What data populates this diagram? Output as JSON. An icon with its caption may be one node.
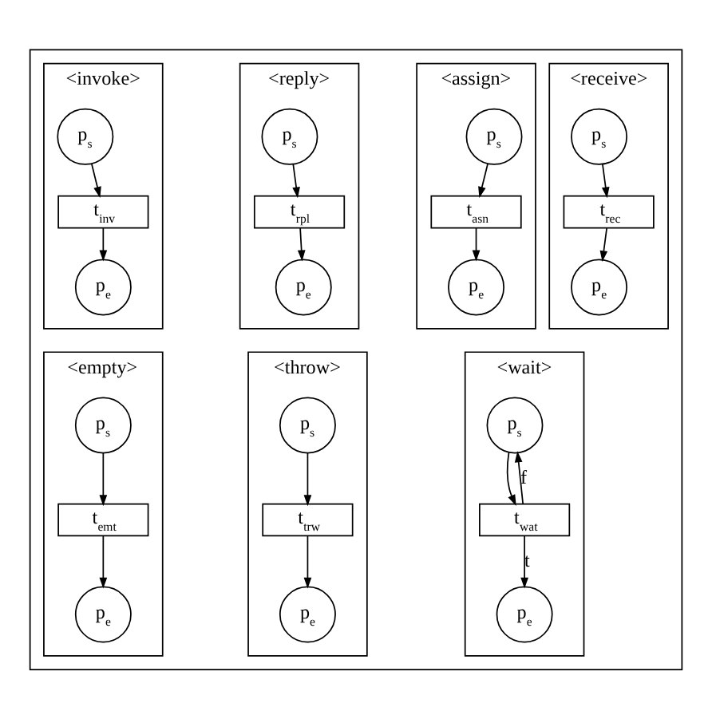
{
  "diagram": {
    "nodes": [
      {
        "text": [],
        "shape": "box"
      },
      {
        "text": [
          "<receive>"
        ],
        "in": 0
      },
      {
        "text": [
          "p$_{s}$"
        ],
        "in": 1
      },
      {
        "text": [
          "t$_{rec}$"
        ],
        "in": 1
      },
      {
        "text": [
          "p$_{e}$"
        ],
        "in": 1
      },
      {
        "text": [
          "<invoke>"
        ],
        "in": 0
      },
      {
        "text": [
          "p$_{s}$"
        ],
        "in": 5
      },
      {
        "text": [
          "t$_{inv}$"
        ],
        "in": 5
      },
      {
        "text": [
          "p$_{e}$"
        ],
        "in": 5
      },
      {
        "text": [
          "<reply>"
        ],
        "in": 0
      },
      {
        "text": [
          "p$_{s}$"
        ],
        "in": 9
      },
      {
        "text": [
          "t$_{rpl}$"
        ],
        "in": 9
      },
      {
        "text": [
          "p$_{e}$"
        ],
        "in": 9
      },
      {
        "text": [
          "<assign>"
        ],
        "in": 0
      },
      {
        "text": [
          "p$_{s}$"
        ],
        "in": 13
      },
      {
        "text": [
          "t$_{asn}$"
        ],
        "in": 13
      },
      {
        "text": [
          "p$_{e}$"
        ],
        "in": 13
      },
      {
        "text": [
          "<wait>"
        ],
        "in": 0
      },
      {
        "text": [
          "p$_{s}$"
        ],
        "in": 17
      },
      {
        "text": [
          "t$_{wat}$"
        ],
        "in": 17
      },
      {
        "text": [
          "p$_{e}$"
        ],
        "in": 17
      },
      {
        "text": [
          "<empty>"
        ],
        "in": 0
      },
      {
        "text": [
          "p$_{s}$"
        ],
        "in": 21
      },
      {
        "text": [
          "t$_{emt}$"
        ],
        "in": 21
      },
      {
        "text": [
          "p$_{e}$"
        ],
        "in": 21
      },
      {
        "text": [
          "<throw>"
        ],
        "in": 0
      },
      {
        "text": [
          "p$_{s}$"
        ],
        "in": 25
      },
      {
        "text": [
          "t$_{trw}$"
        ],
        "in": 25
      },
      {
        "text": [
          "p$_{e}$"
        ],
        "in": 25
      }
    ],
    "edges": [
      {
        "from": 2,
        "to": 3,
        "arrow": "to"
      },
      {
        "from": 3,
        "to": 4,
        "arrow": "to"
      },
      {
        "from": 6,
        "to": 7,
        "arrow": "to"
      },
      {
        "from": 7,
        "to": 8,
        "arrow": "to"
      },
      {
        "from": 10,
        "to": 11,
        "arrow": "to"
      },
      {
        "from": 11,
        "to": 12,
        "arrow": "to"
      },
      {
        "from": 14,
        "to": 15,
        "arrow": "to"
      },
      {
        "from": 15,
        "to": 16,
        "arrow": "to"
      },
      {
        "from": 18,
        "to": 19,
        "arrow": "to"
      },
      {
        "from": 19,
        "to": 20,
        "label": "t",
        "arrow": "to"
      },
      {
        "from": 19,
        "to": 18,
        "label": "f",
        "arrow": "to"
      },
      {
        "from": 22,
        "to": 23,
        "arrow": "to"
      },
      {
        "from": 23,
        "to": 24,
        "arrow": "to"
      },
      {
        "from": 26,
        "to": 27,
        "arrow": "to"
      },
      {
        "from": 27,
        "to": 28,
        "arrow": "to"
      }
    ]
  }
}
